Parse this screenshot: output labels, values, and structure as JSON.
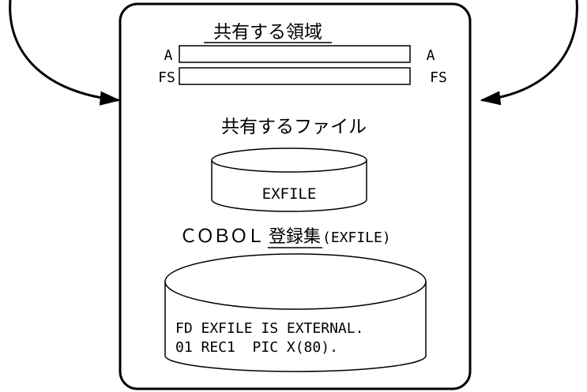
{
  "shared_area": {
    "title": "共有する領域",
    "rows": [
      {
        "left_label": "A",
        "right_label": "A"
      },
      {
        "left_label": "FS",
        "right_label": "FS"
      }
    ]
  },
  "shared_file": {
    "title": "共有するファイル",
    "name": "EXFILE"
  },
  "copy_library": {
    "title_prefix": "ＣＯＢＯＬ",
    "title_main": "登録集",
    "title_suffix": "(EXFILE)",
    "code_lines": [
      "FD EXFILE IS EXTERNAL.",
      "01 REC1  PIC X(80)."
    ]
  }
}
